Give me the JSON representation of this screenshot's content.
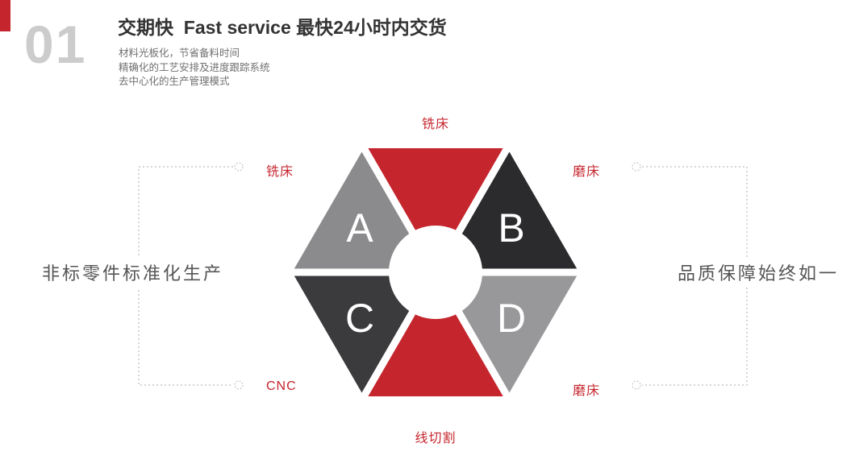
{
  "header": {
    "index": "01",
    "title": "交期快  Fast service 最快24小时内交货",
    "bullets": [
      "材料光板化，节省备料时间",
      "精确化的工艺安排及进度跟踪系统",
      "去中心化的生产管理模式"
    ]
  },
  "colors": {
    "accent_red": "#c5262e",
    "index_gray": "#cccccc",
    "label_red": "#c5262e",
    "note_gray": "#555555",
    "dotted_gray": "#c8c8c8"
  },
  "diagram": {
    "triangles": [
      {
        "position": "top",
        "letter": "",
        "color": "#c5262e"
      },
      {
        "position": "upper-right",
        "letter": "B",
        "color": "#2b2b2d"
      },
      {
        "position": "lower-right",
        "letter": "D",
        "color": "#98989a"
      },
      {
        "position": "bottom",
        "letter": "",
        "color": "#c5262e"
      },
      {
        "position": "lower-left",
        "letter": "C",
        "color": "#3b3b3d"
      },
      {
        "position": "upper-left",
        "letter": "A",
        "color": "#8b8b8d"
      }
    ],
    "labels": {
      "top": "铣床",
      "upper_left": "铣床",
      "upper_right": "磨床",
      "lower_left": "CNC",
      "lower_right": "磨床",
      "bottom": "线切割"
    }
  },
  "side_notes": {
    "left": "非标零件标准化生产",
    "right": "品质保障始终如一"
  }
}
